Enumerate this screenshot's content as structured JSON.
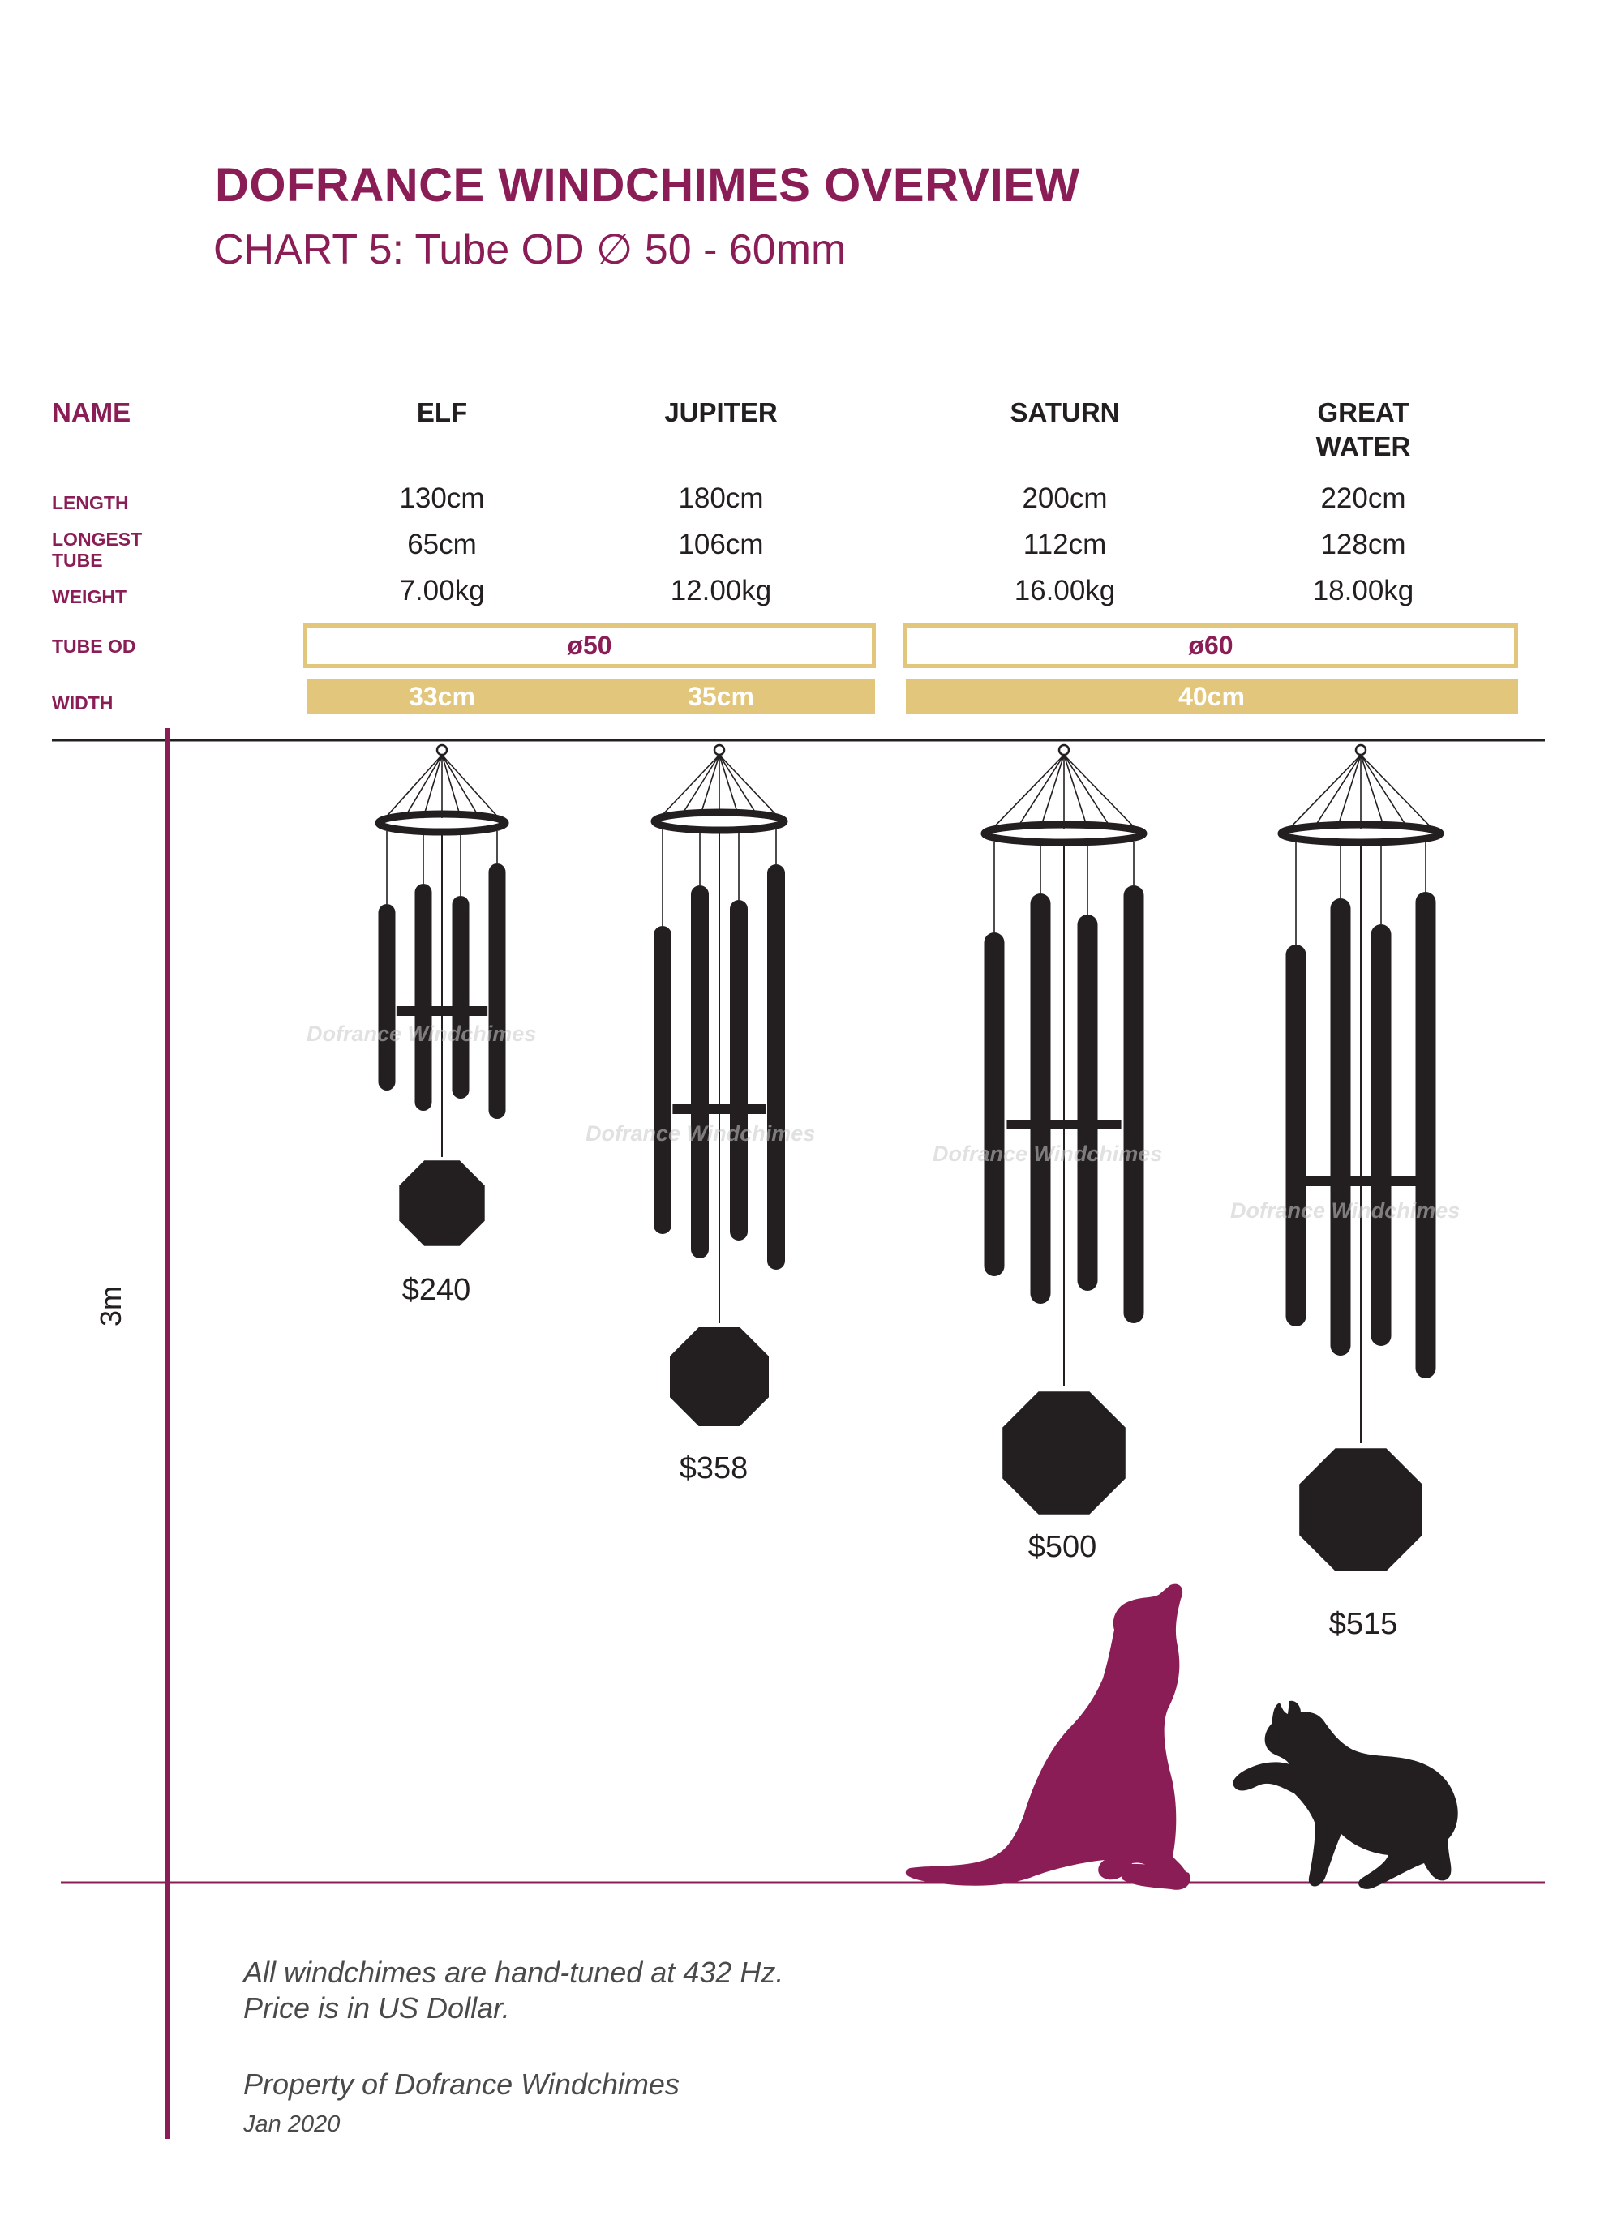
{
  "header": {
    "title": "DOFRANCE WINDCHIMES OVERVIEW",
    "subtitle": "CHART 5: Tube OD ∅ 50 - 60mm"
  },
  "row_labels": {
    "name": "NAME",
    "length": "LENGTH",
    "longest_tube_line1": "LONGEST",
    "longest_tube_line2": "TUBE",
    "weight": "WEIGHT",
    "tube_od": "TUBE OD",
    "width": "WIDTH"
  },
  "y_axis_label": "3m",
  "chart_data": {
    "type": "table",
    "columns": [
      {
        "name_line1": "ELF",
        "name_line2": "",
        "length": "130cm",
        "longest_tube": "65cm",
        "weight": "7.00kg",
        "width": "33cm",
        "price": "$240"
      },
      {
        "name_line1": "JUPITER",
        "name_line2": "",
        "length": "180cm",
        "longest_tube": "106cm",
        "weight": "12.00kg",
        "width": "35cm",
        "price": "$358"
      },
      {
        "name_line1": "SATURN",
        "name_line2": "",
        "length": "200cm",
        "longest_tube": "112cm",
        "weight": "16.00kg",
        "width": "40cm",
        "price": "$500"
      },
      {
        "name_line1": "GREAT",
        "name_line2": "WATER",
        "length": "220cm",
        "longest_tube": "128cm",
        "weight": "18.00kg",
        "width": "40cm",
        "price": "$515"
      }
    ],
    "tube_od_groups": [
      {
        "label": "ø50",
        "models": [
          "ELF",
          "JUPITER"
        ]
      },
      {
        "label": "ø60",
        "models": [
          "SATURN",
          "GREAT WATER"
        ]
      }
    ],
    "y_scale_max": "3m"
  },
  "watermark": "Dofrance Windchimes",
  "notes": {
    "line1": "All windchimes are hand-tuned at 432 Hz.",
    "line2": "Price is in US Dollar.",
    "line3": "Property of Dofrance Windchimes",
    "line4": "Jan 2020"
  },
  "colors": {
    "brand": "#8b1d56",
    "gold": "#e2c67b",
    "chime": "#231f20"
  }
}
